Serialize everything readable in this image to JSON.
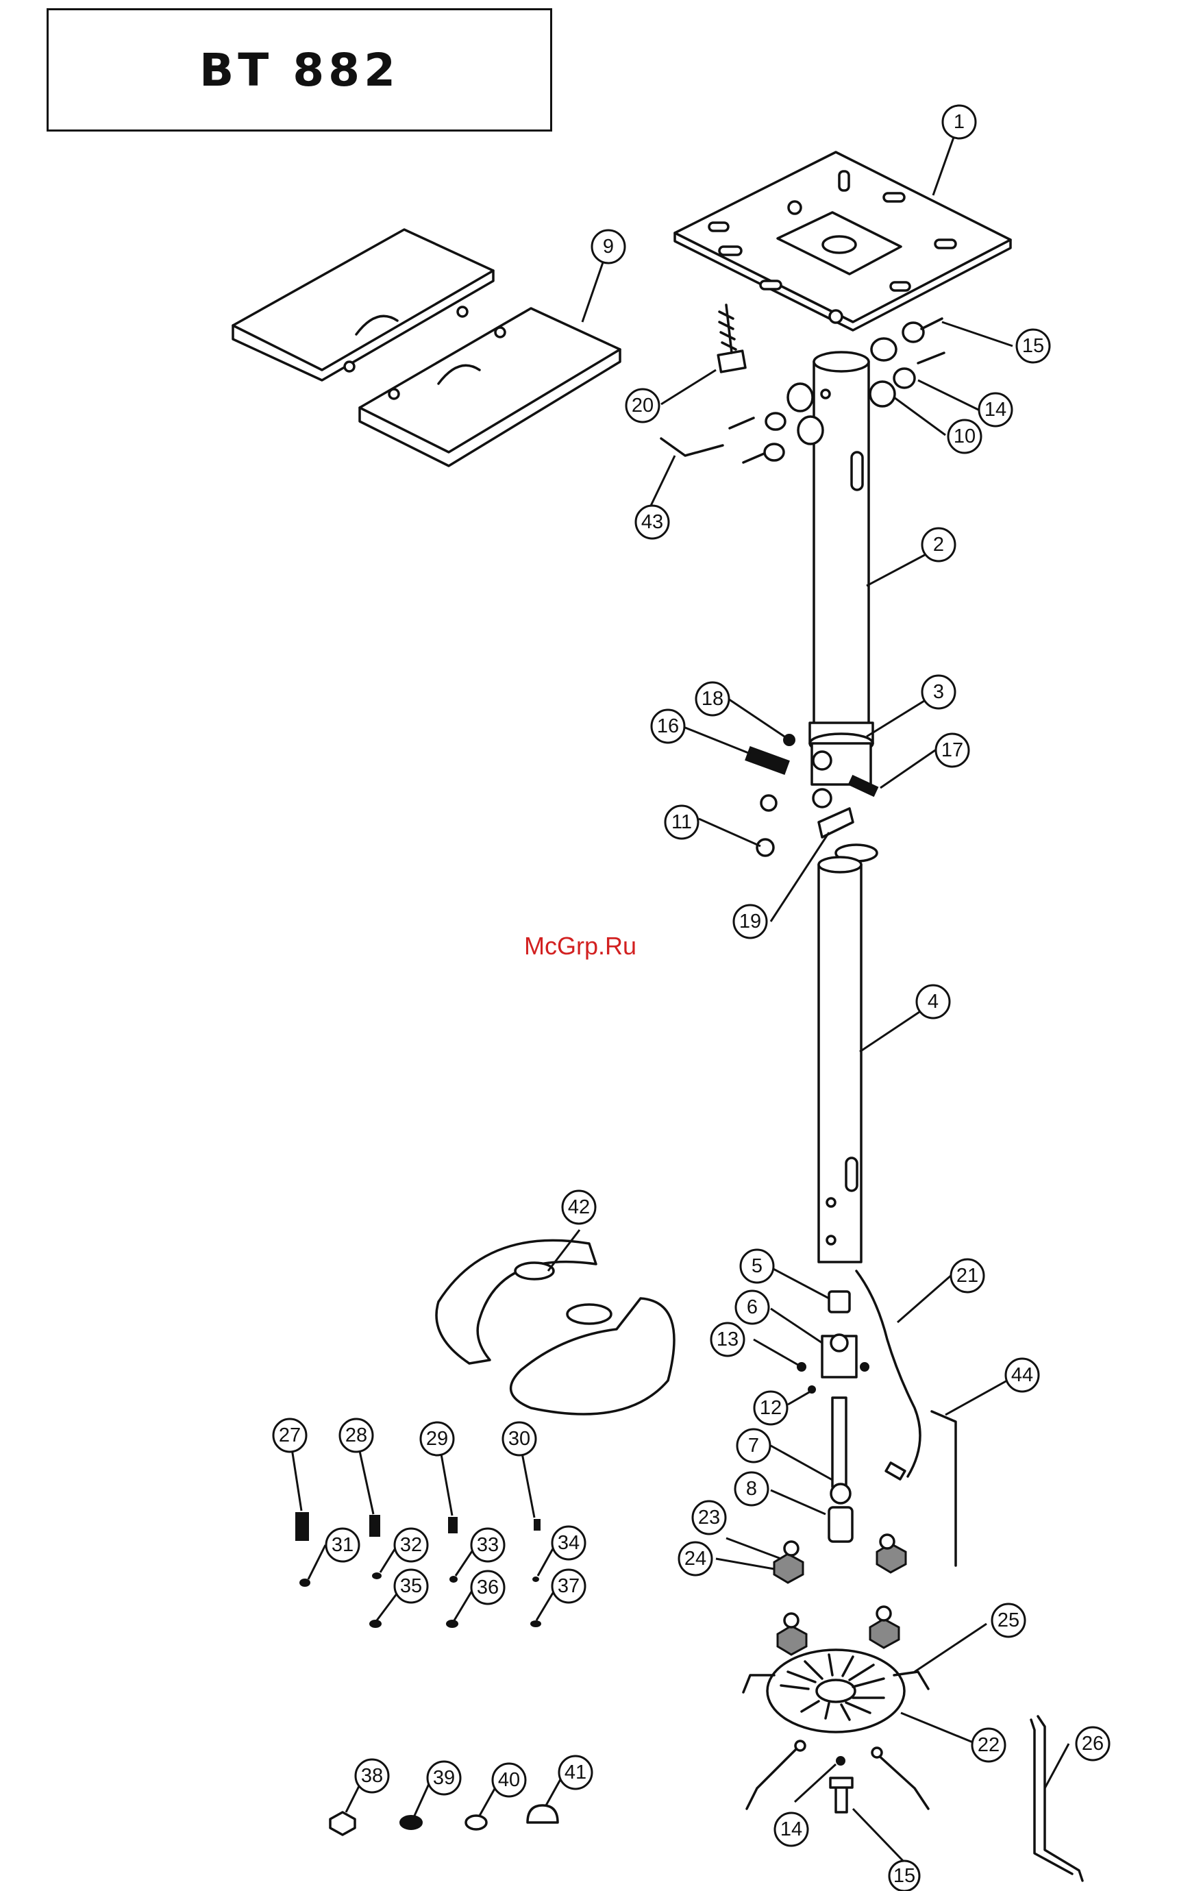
{
  "title": "BT 882",
  "watermark": "McGrp.Ru",
  "callouts": [
    "1",
    "2",
    "3",
    "4",
    "5",
    "6",
    "7",
    "8",
    "9",
    "10",
    "11",
    "12",
    "13",
    "14",
    "15",
    "16",
    "17",
    "18",
    "19",
    "20",
    "21",
    "22",
    "23",
    "24",
    "25",
    "26",
    "27",
    "28",
    "29",
    "30",
    "31",
    "32",
    "33",
    "34",
    "35",
    "36",
    "37",
    "38",
    "39",
    "40",
    "41",
    "42",
    "43",
    "44",
    "14",
    "15"
  ]
}
